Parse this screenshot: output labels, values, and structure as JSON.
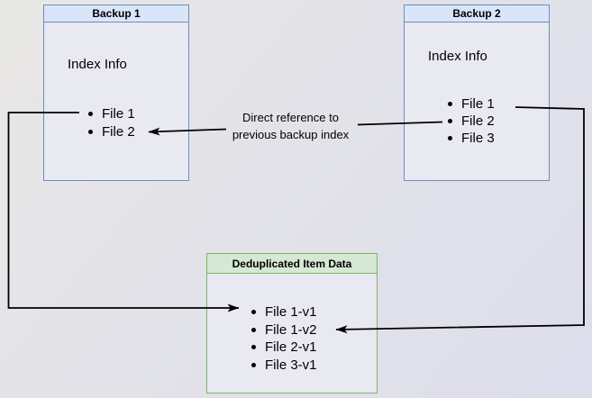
{
  "colors": {
    "bg_from": "#e9e8e5",
    "bg_to": "#dcdeeb",
    "blue_header": "#d9e5f8",
    "blue_border": "#6c8ebf",
    "green_header": "#d5e8d4",
    "green_border": "#82b366",
    "body_fill": "#e9e9f2",
    "line_color": "#000000",
    "text_color": "#000000"
  },
  "backup1": {
    "title": "Backup 1",
    "label": "Index Info",
    "items": [
      "File 1",
      "File 2"
    ]
  },
  "backup2": {
    "title": "Backup 2",
    "label": "Index Info",
    "items": [
      "File 1",
      "File 2",
      "File 3"
    ]
  },
  "dedup": {
    "title": "Deduplicated Item Data",
    "items": [
      "File 1-v1",
      "File 1-v2",
      "File 2-v1",
      "File 3-v1"
    ]
  },
  "annotation": {
    "line1": "Direct reference to",
    "line2": "previous backup index"
  }
}
